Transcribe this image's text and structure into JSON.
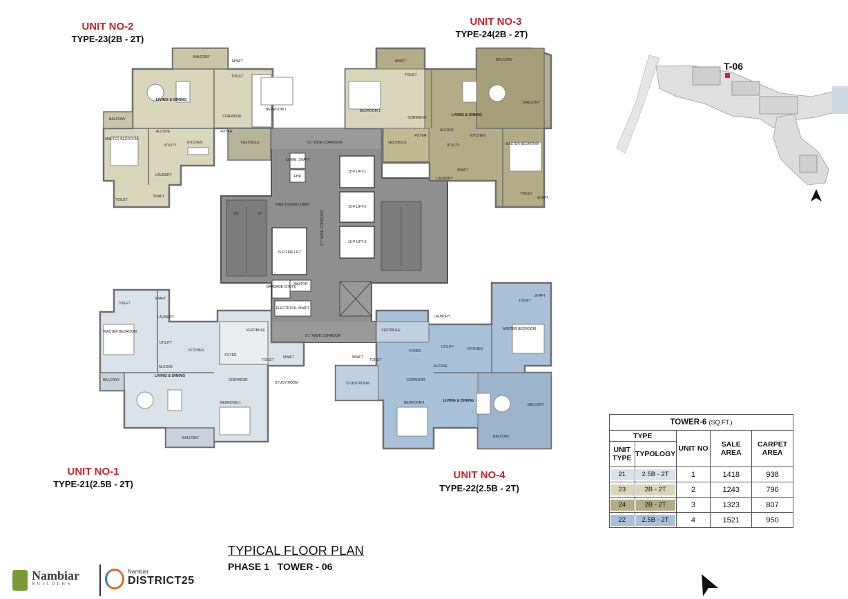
{
  "units": {
    "u2": {
      "title": "UNIT NO-2",
      "type": "TYPE-23(2B - 2T)"
    },
    "u3": {
      "title": "UNIT NO-3",
      "type": "TYPE-24(2B - 2T)"
    },
    "u1": {
      "title": "UNIT NO-1",
      "type": "TYPE-21(2.5B - 2T)"
    },
    "u4": {
      "title": "UNIT NO-4",
      "type": "TYPE-22(2.5B - 2T)"
    }
  },
  "colors": {
    "u1": "#dbe3ea",
    "u2": "#d9d6bc",
    "u3": "#b3ac86",
    "u4": "#a9c1d8",
    "core": "#8c8c8c",
    "corridor": "#bdbdbd",
    "wall": "#6e6e6e",
    "accent_red": "#c1272d"
  },
  "rooms": {
    "u2_balcony": "BALCONY",
    "u2_shaft": "SHAFT",
    "u2_toilet": "TOILET",
    "u2_living": "LIVING & DINING",
    "u2_corridor": "CORRIDOR",
    "u2_bedroom": "BEDROOM 1",
    "u2_balcony2": "BALCONY",
    "u2_alcove": "ALCOVE",
    "u2_master": "MASTER BEDROOM",
    "u2_utility": "UTILITY",
    "u2_kitchen": "KITCHEN",
    "u2_foyer": "FOYER",
    "u2_vestibule": "VESTIBULE",
    "u2_laundry": "LAUNDRY",
    "u2_toilet2": "TOILET",
    "u2_shaft2": "SHAFT",
    "u3_balcony": "BALCONY",
    "u3_shaft": "SHAFT",
    "u3_toilet": "TOILET",
    "u3_bedroom": "BEDROOM 1",
    "u3_living": "LIVING & DINING",
    "u3_corridor": "CORRIDOR",
    "u3_balcony2": "BALCONY",
    "u3_vestibule": "VESTIBULE",
    "u3_foyer": "FOYER",
    "u3_alcove": "ALCOVE",
    "u3_kitchen": "KITCHEN",
    "u3_utility": "UTILITY",
    "u3_master": "MASTER BEDROOM",
    "u3_shaft2": "SHAFT",
    "u3_laundry": "LAUNDRY",
    "u3_toilet2": "TOILET",
    "u3_shaft3": "SHAFT",
    "core_corridor_top": "5'1\" WIDE CORRIDOR",
    "core_comm": "COMM. SHAFT",
    "core_fhr": "FHR",
    "core_lift1": "15-P LIFT-1",
    "core_lift2": "15-P LIFT-2",
    "core_lift3": "15-P LIFT-3",
    "core_lobby": "FIRE TOWER LOBBY",
    "core_wide": "6'7\" WIDE CORRIDOR",
    "core_firelift": "15-P FIRE LIFT",
    "core_garbage": "GARBAGE CHUTE",
    "core_janitor": "JANITOR",
    "core_elec": "ELECTRICAL SHAFT",
    "core_corridor_bot": "5'1\" WIDE CORRIDOR",
    "core_dn": "DN",
    "core_up": "UP",
    "u1_toilet": "TOILET",
    "u1_shaft": "SHAFT",
    "u1_laundry": "LAUNDRY",
    "u1_master": "MASTER BEDROOM",
    "u1_utility": "UTILITY",
    "u1_kitchen": "KITCHEN",
    "u1_alcove": "ALCOVE",
    "u1_balcony": "BALCONY",
    "u1_living": "LIVING & DINING",
    "u1_vestibule": "VESTIBULE",
    "u1_foyer": "FOYER",
    "u1_toilet2": "TOILET",
    "u1_shaft2": "SHAFT",
    "u1_corridor": "CORRIDOR",
    "u1_study": "STUDY ROOM",
    "u1_bedroom": "BEDROOM 1",
    "u1_balcony2": "BALCONY",
    "u4_laundry": "LAUNDRY",
    "u4_toilet": "TOILET",
    "u4_shaft": "SHAFT",
    "u4_vestibule": "VESTIBULE",
    "u4_master": "MASTER BEDROOM",
    "u4_utility": "UTILITY",
    "u4_kitchen": "KITCHEN",
    "u4_alcove": "ALCOVE",
    "u4_foyer": "FOYER",
    "u4_shaft2": "SHAFT",
    "u4_toilet2": "TOILET",
    "u4_study": "STUDY ROOM",
    "u4_corridor": "CORRIDOR",
    "u4_bedroom": "BEDROOM 1",
    "u4_living": "LIVING & DINING",
    "u4_balcony": "BALCONY",
    "u4_balcony2": "BALCONY"
  },
  "keyplan": {
    "label": "T-06"
  },
  "table": {
    "title": "TOWER-6",
    "unit_label": "(SQ.FT.)",
    "h_type": "TYPE",
    "h_unit_type": "UNIT TYPE",
    "h_typology": "TYPOLOGY",
    "h_unit_no": "UNIT NO",
    "h_sale": "SALE AREA",
    "h_carpet": "CARPET AREA",
    "rows": [
      {
        "unit_type": "21",
        "typology": "2.5B - 2T",
        "unit_no": "1",
        "sale": "1418",
        "carpet": "938",
        "color": "#dbe3ea"
      },
      {
        "unit_type": "23",
        "typology": "2B - 2T",
        "unit_no": "2",
        "sale": "1243",
        "carpet": "796",
        "color": "#d9d6bc"
      },
      {
        "unit_type": "24",
        "typology": "2B - 2T",
        "unit_no": "3",
        "sale": "1323",
        "carpet": "807",
        "color": "#b3ac86"
      },
      {
        "unit_type": "22",
        "typology": "2.5B - 2T",
        "unit_no": "4",
        "sale": "1521",
        "carpet": "950",
        "color": "#a9c1d8"
      }
    ]
  },
  "footer": {
    "title": "TYPICAL FLOOR PLAN",
    "subtitle": "PHASE 1   TOWER - 06"
  },
  "logos": {
    "nambiar": "Nambiar",
    "builders": "BUILDERS",
    "district_top": "Nambiar",
    "district": "DISTRICT25"
  }
}
